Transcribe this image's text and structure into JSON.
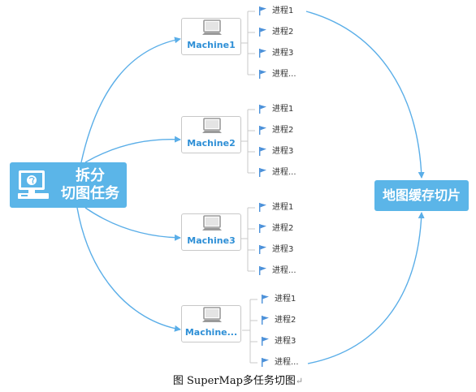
{
  "source": {
    "line1": "拆分",
    "line2": "切图任务",
    "icon": "computer-icon"
  },
  "target": {
    "label": "地图缓存切片"
  },
  "machines": [
    {
      "label": "Machine1",
      "processes": [
        "进程1",
        "进程2",
        "进程3",
        "进程..."
      ]
    },
    {
      "label": "Machine2",
      "processes": [
        "进程1",
        "进程2",
        "进程3",
        "进程..."
      ]
    },
    {
      "label": "Machine3",
      "processes": [
        "进程1",
        "进程2",
        "进程3",
        "进程..."
      ]
    },
    {
      "label": "Machine...",
      "processes": [
        "进程1",
        "进程2",
        "进程3",
        "进程..."
      ]
    }
  ],
  "caption": {
    "text": "图 SuperMap多任务切图",
    "return_mark": "↵"
  },
  "colors": {
    "accent": "#5bb5e8",
    "connector": "#5aaee8",
    "machine_label": "#2e8fd6",
    "flag": "#4a90d9"
  }
}
